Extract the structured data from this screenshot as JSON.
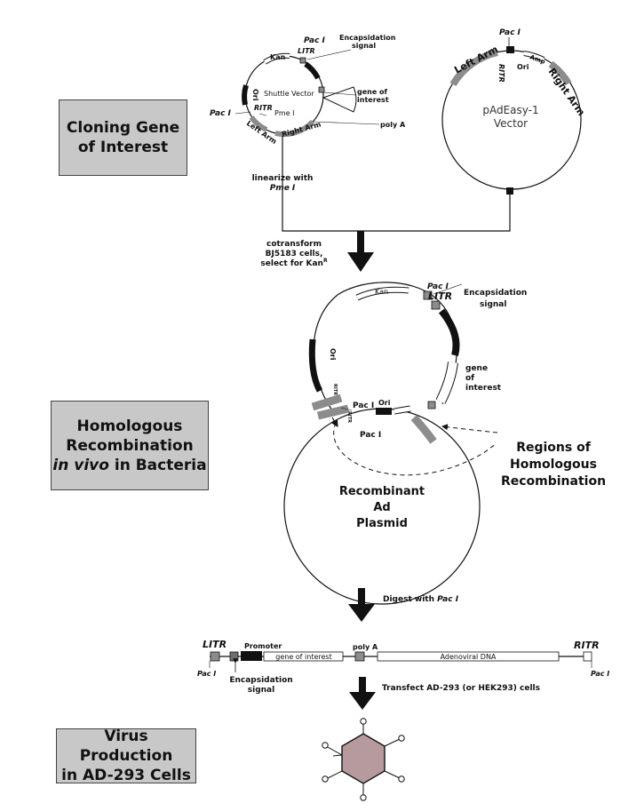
{
  "stages": {
    "cloning": {
      "line1": "Cloning Gene",
      "line2": "of Interest"
    },
    "recombination": {
      "line1": "Homologous",
      "line2": "Recombination",
      "line3_italic": "in vivo",
      "line3_rest": " in Bacteria"
    },
    "virus": {
      "line1": "Virus Production",
      "line2": "in AD-293 Cells"
    }
  },
  "shuttle_vector": {
    "name": "Shuttle Vector",
    "kan": "Kan",
    "pac_top": "Pac I",
    "litr": "LITR",
    "encapsidation": "Encapsidation",
    "encapsidation_2": "signal",
    "gene": "gene of",
    "gene_2": "interest",
    "ori": "Ori",
    "pac_left": "Pac I",
    "ritr": "RITR",
    "pme": "Pme I",
    "left_arm": "Left Arm",
    "right_arm": "Right Arm",
    "poly_a": "poly A"
  },
  "padeasy": {
    "pac": "Pac I",
    "left_arm": "Left Arm",
    "ritr": "RITR",
    "ori": "Ori",
    "amp": "Amp",
    "right_arm": "Right Arm",
    "name": "pAdEasy-1",
    "name_2": "Vector"
  },
  "steps": {
    "linearize": "linearize with",
    "linearize_enzyme": "Pme I",
    "cotransform_1": "cotransform",
    "cotransform_2": "BJ5183 cells,",
    "cotransform_3": "select for Kan",
    "cotransform_sup": "R",
    "digest_prefix": "Digest with ",
    "digest_enzyme": "Pac I",
    "transfect": "Transfect AD-293 (or HEK293) cells"
  },
  "recombinant": {
    "pac_top": "Pac I",
    "litr": "LITR",
    "encapsidation": "Encapsidation",
    "encapsidation_2": "signal",
    "kan": "Kan",
    "ori_top": "Ori",
    "gene": "gene",
    "gene_2": "of",
    "gene_3": "interest",
    "ritr_a": "RITR",
    "ritr_b": "RITR",
    "pac_mid": "Pac I",
    "pac_low": "Pac I",
    "ori_bottom": "Ori",
    "name_1": "Recombinant",
    "name_2": "Ad",
    "name_3": "Plasmid",
    "regions_1": "Regions of",
    "regions_2": "Homologous",
    "regions_3": "Recombination"
  },
  "linear": {
    "litr": "LITR",
    "pac_left": "Pac I",
    "promoter": "Promoter",
    "gene": "gene of interest",
    "poly_a": "poly A",
    "adeno": "Adenoviral DNA",
    "ritr": "RITR",
    "pac_right": "Pac I",
    "encapsidation": "Encapsidation",
    "encapsidation_2": "signal"
  },
  "colors": {
    "box_fill": "#c8c8c8",
    "virus_fill": "#b79a9e",
    "segment_dark": "#111111",
    "segment_gray": "#8c8c8c",
    "segment_light": "#d9d9d9"
  },
  "icons": [
    "down-arrow-icon",
    "virus-hexagon-icon"
  ]
}
